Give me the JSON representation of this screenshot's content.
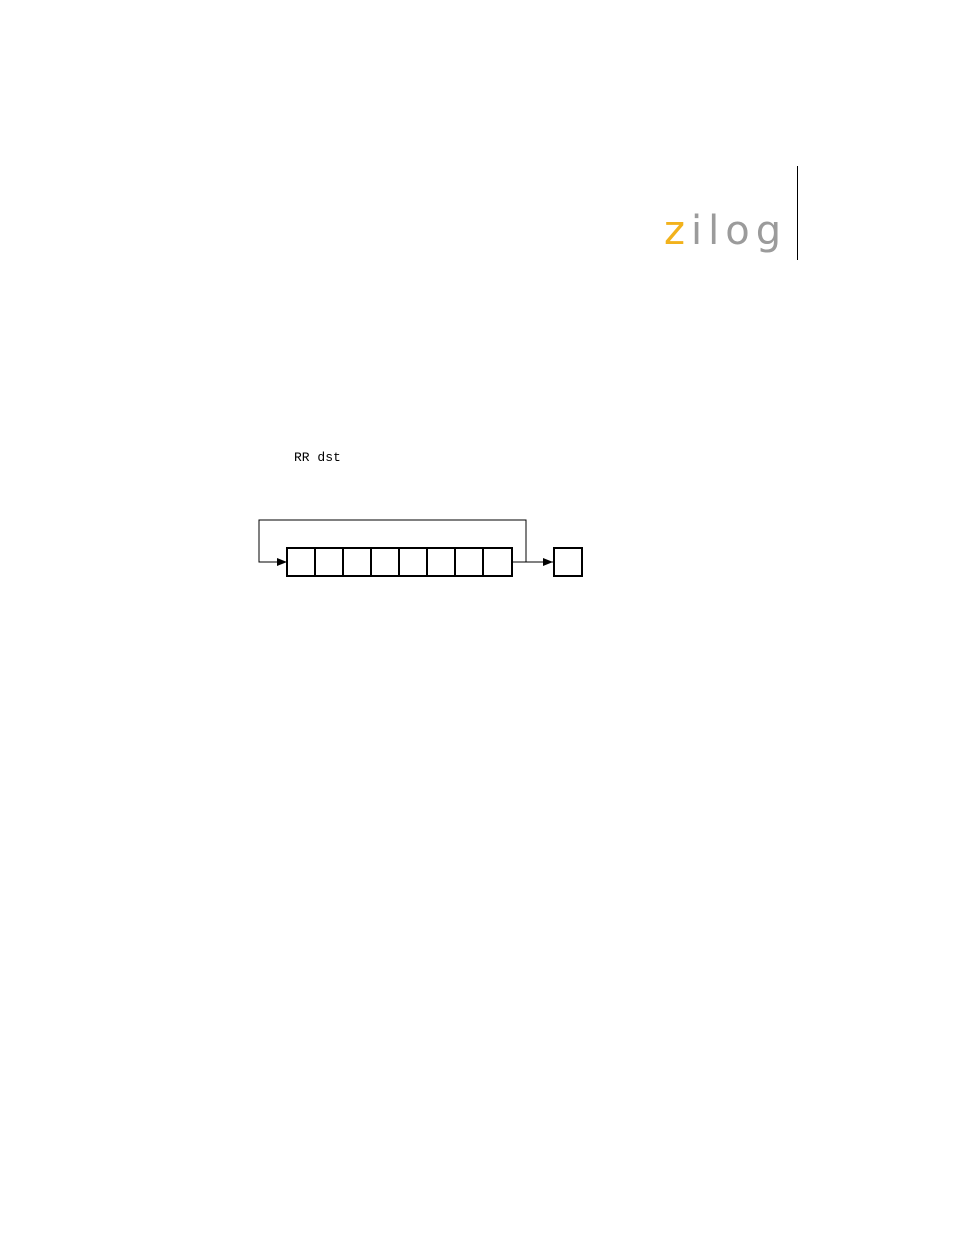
{
  "logo": {
    "z": "z",
    "rest": "ilog",
    "colors": {
      "z": "#f2b21c",
      "rest": "#9b9b9b"
    }
  },
  "instruction": {
    "syntax": "RR dst"
  },
  "diagram": {
    "register_bits": 8,
    "carry_bits": 1
  }
}
